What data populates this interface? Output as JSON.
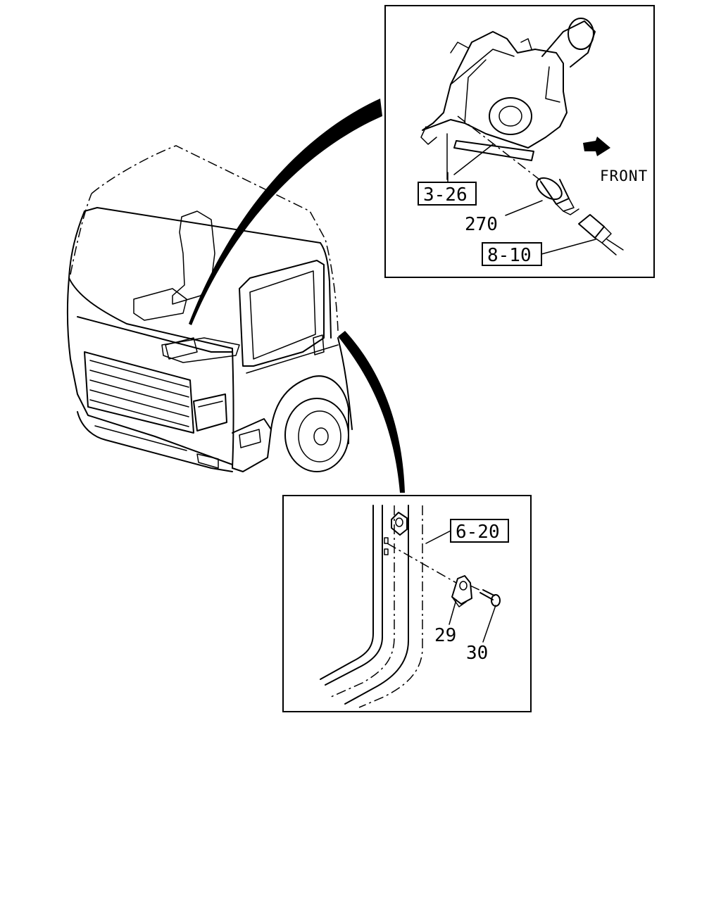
{
  "detail_top": {
    "direction_label": "FRONT",
    "ref_labels": [
      "3-26",
      "8-10"
    ],
    "part_numbers": [
      "270"
    ]
  },
  "detail_bottom": {
    "ref_labels": [
      "6-20"
    ],
    "part_numbers": [
      "29",
      "30"
    ]
  }
}
